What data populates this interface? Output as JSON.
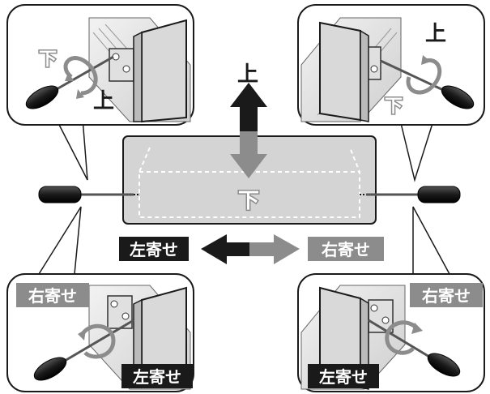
{
  "labels": {
    "up": "上",
    "down": "下",
    "left_shift": "左寄せ",
    "right_shift": "右寄せ"
  },
  "colors": {
    "black_arrow": "#1a1a1a",
    "gray_arrow": "#8c8c8c",
    "drawer_fill": "#d4d4d4",
    "rail_fill": "#e6e6e6",
    "label_dark_bg": "#1a1a1a",
    "label_gray_bg": "#8c8c8c"
  },
  "icons": {
    "screwdriver": "screwdriver-icon",
    "rotation": "rotation-arrow-icon"
  }
}
